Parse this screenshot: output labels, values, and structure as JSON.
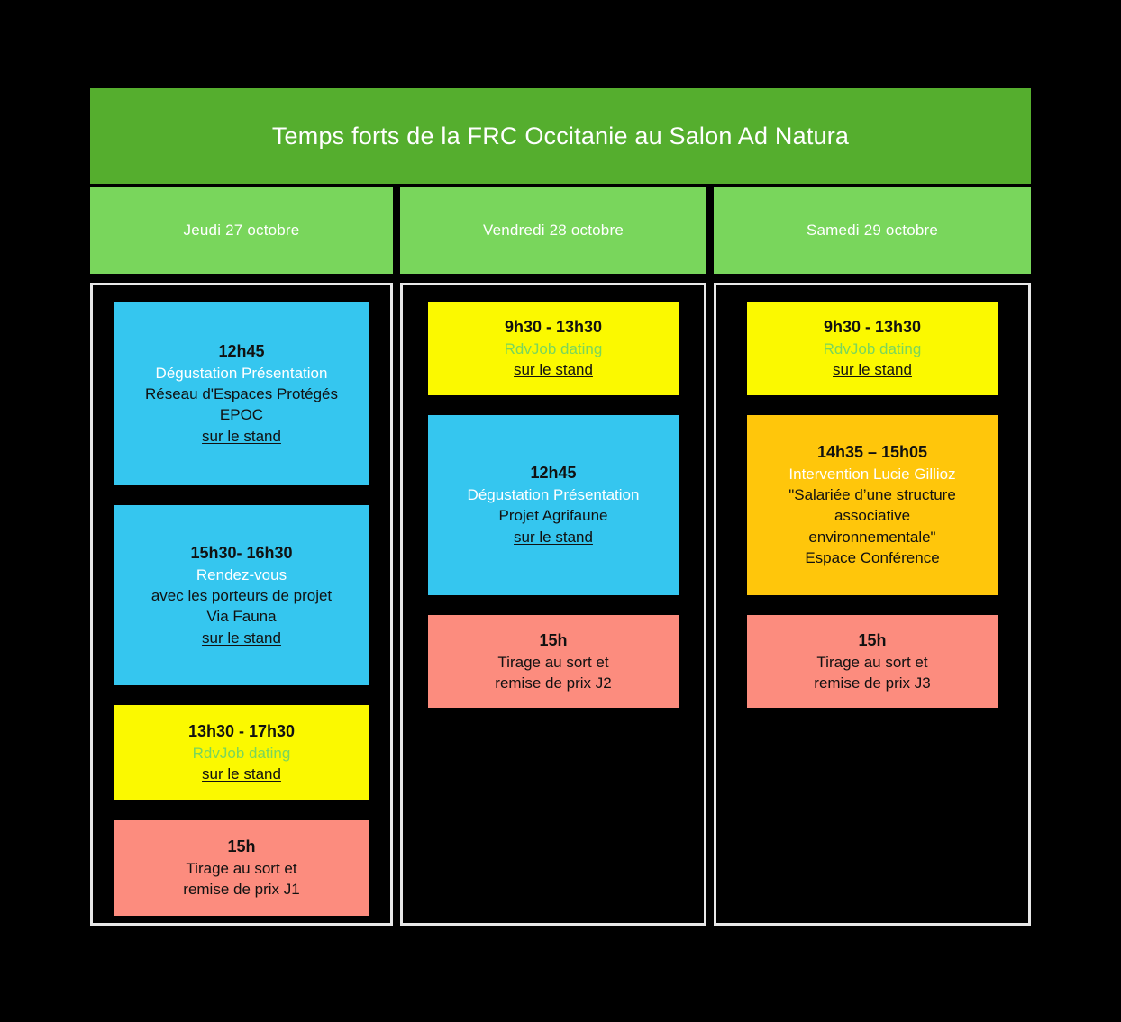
{
  "poster": {
    "title": "Temps forts de la FRC Occitanie au Salon Ad Natura",
    "colors": {
      "background": "#000000",
      "title_banner": "#55AE2E",
      "day_header": "#79D65C",
      "cyan_card": "#35C6EF",
      "yellow_card": "#FBF900",
      "orange_card": "#FFC60B",
      "salmon_card": "#FC8C7E",
      "card_shadow": "#2A3C52",
      "column_border": "#E8E8E8",
      "highlight_green_text": "#79D65C",
      "highlight_white_text": "#FFFFFF"
    }
  },
  "days": [
    {
      "label": "Jeudi 27 octobre",
      "events": [
        {
          "color": "cyan",
          "time": "12h45",
          "lines": [
            {
              "text": "Dégustation Présentation",
              "style": "white"
            },
            {
              "text": "Réseau d'Espaces Protégés",
              "style": "normal"
            },
            {
              "text": "EPOC",
              "style": "normal"
            }
          ],
          "location": "sur le stand"
        },
        {
          "color": "cyan",
          "time": "15h30- 16h30",
          "lines": [
            {
              "text": "Rendez-vous",
              "style": "white"
            },
            {
              "text": "avec les porteurs de projet",
              "style": "normal"
            },
            {
              "text": "Via Fauna",
              "style": "normal"
            }
          ],
          "location": "sur le stand"
        },
        {
          "color": "yellow",
          "time": "13h30 - 17h30",
          "lines": [
            {
              "text": "RdvJob dating",
              "style": "green"
            }
          ],
          "location": "sur le stand"
        },
        {
          "color": "salmon",
          "time": "15h",
          "lines": [
            {
              "text": "Tirage au sort et",
              "style": "normal"
            },
            {
              "text": "remise de prix J1",
              "style": "normal"
            }
          ],
          "location": ""
        }
      ]
    },
    {
      "label": "Vendredi 28 octobre",
      "events": [
        {
          "color": "yellow",
          "time": "9h30 - 13h30",
          "lines": [
            {
              "text": "RdvJob dating",
              "style": "green"
            }
          ],
          "location": "sur le stand"
        },
        {
          "color": "cyan",
          "time": "12h45",
          "lines": [
            {
              "text": "Dégustation Présentation",
              "style": "white"
            },
            {
              "text": "Projet Agrifaune",
              "style": "normal"
            }
          ],
          "location": "sur le stand"
        },
        {
          "color": "salmon",
          "time": "15h",
          "lines": [
            {
              "text": "Tirage au sort et",
              "style": "normal"
            },
            {
              "text": "remise de prix J2",
              "style": "normal"
            }
          ],
          "location": ""
        }
      ]
    },
    {
      "label": "Samedi 29 octobre",
      "events": [
        {
          "color": "yellow",
          "time": "9h30 - 13h30",
          "lines": [
            {
              "text": "RdvJob dating",
              "style": "green"
            }
          ],
          "location": "sur le stand"
        },
        {
          "color": "orange",
          "time": "14h35 – 15h05",
          "lines": [
            {
              "text": "Intervention Lucie Gillioz",
              "style": "white"
            },
            {
              "text": "\"Salariée d’une structure",
              "style": "normal"
            },
            {
              "text": "associative",
              "style": "normal"
            },
            {
              "text": "environnementale\"",
              "style": "normal"
            }
          ],
          "location": "Espace Conférence "
        },
        {
          "color": "salmon",
          "time": "15h",
          "lines": [
            {
              "text": "Tirage au sort et",
              "style": "normal"
            },
            {
              "text": "remise de prix J3",
              "style": "normal"
            }
          ],
          "location": ""
        }
      ]
    }
  ]
}
